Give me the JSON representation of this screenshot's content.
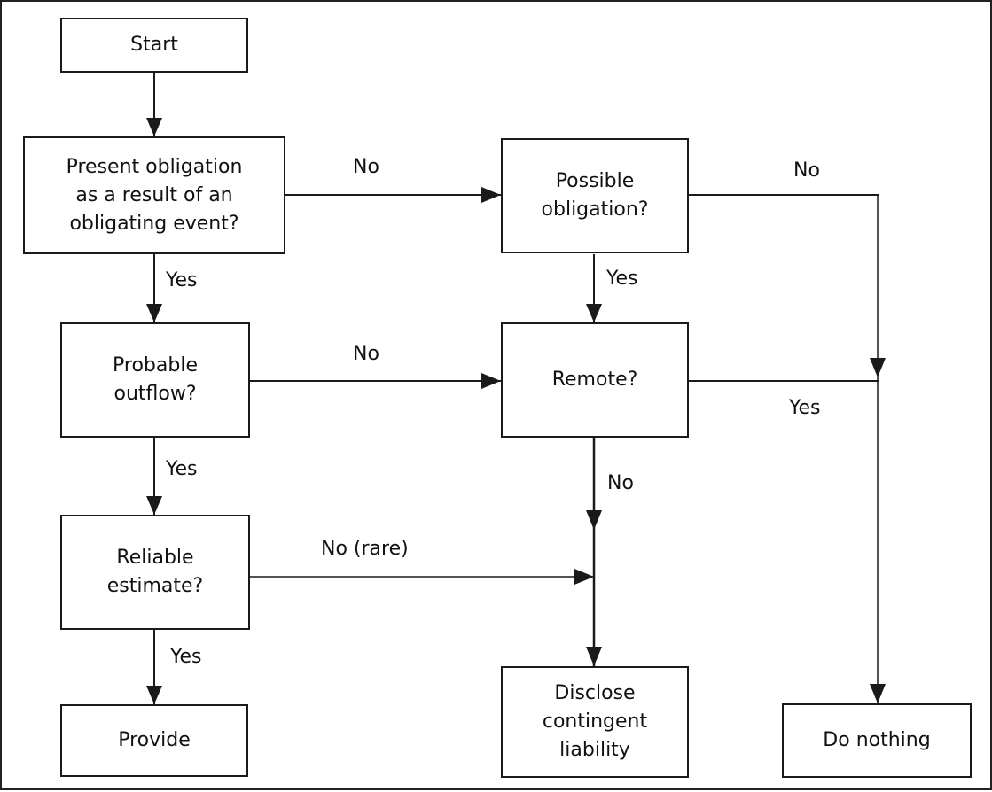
{
  "nodes": {
    "start": "Start",
    "present_obligation": "Present obligation\nas a result of an\nobligating event?",
    "possible_obligation": "Possible\nobligation?",
    "probable_outflow": "Probable\noutflow?",
    "remote": "Remote?",
    "reliable_estimate": "Reliable\nestimate?",
    "provide": "Provide",
    "disclose": "Disclose\ncontingent\nliability",
    "do_nothing": "Do nothing"
  },
  "edges": {
    "present_no": "No",
    "present_yes": "Yes",
    "possible_no": "No",
    "possible_yes": "Yes",
    "probable_no": "No",
    "probable_yes": "Yes",
    "remote_yes": "Yes",
    "remote_no": "No",
    "reliable_no": "No (rare)",
    "reliable_yes": "Yes"
  }
}
